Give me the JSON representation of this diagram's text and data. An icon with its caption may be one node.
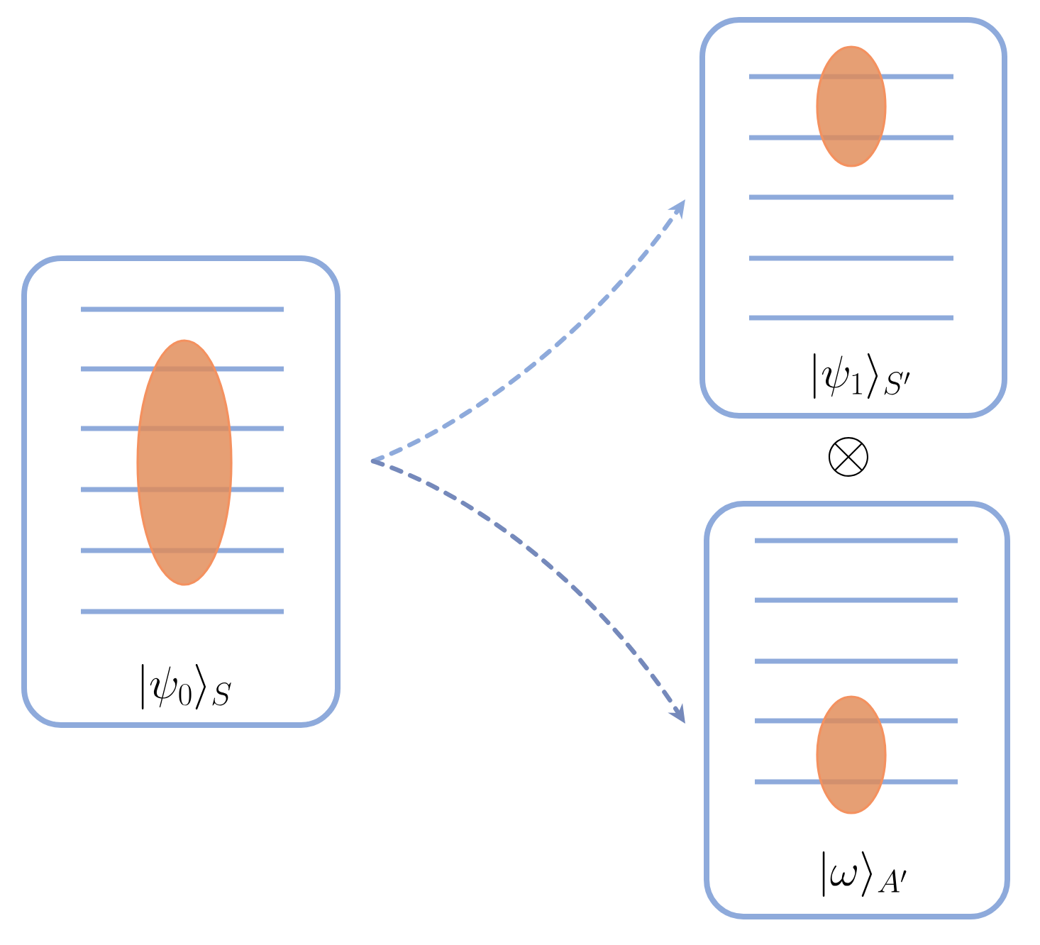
{
  "diagram": {
    "nodes": [
      {
        "text": [
          "|\\psi_0\\rangle_{S}"
        ]
      },
      {
        "text": [
          "|\\psi_1\\rangle_{S'}"
        ]
      },
      {
        "text": [
          "|\\omega\\rangle_{A'}"
        ]
      },
      {
        "text": [],
        "shape": "ellipse",
        "in": 0
      },
      {
        "text": [],
        "shape": "ellipse",
        "in": 1
      },
      {
        "text": [],
        "shape": "ellipse",
        "in": 2
      }
    ],
    "edges": [
      {
        "from": 0,
        "to": 1,
        "arrow": "to",
        "style": "dashed",
        "color": "#8eaadb"
      },
      {
        "from": 0,
        "to": 2,
        "arrow": "to",
        "style": "dashed",
        "color": "#7589bb"
      }
    ],
    "labels": [
      "\\otimes"
    ]
  }
}
